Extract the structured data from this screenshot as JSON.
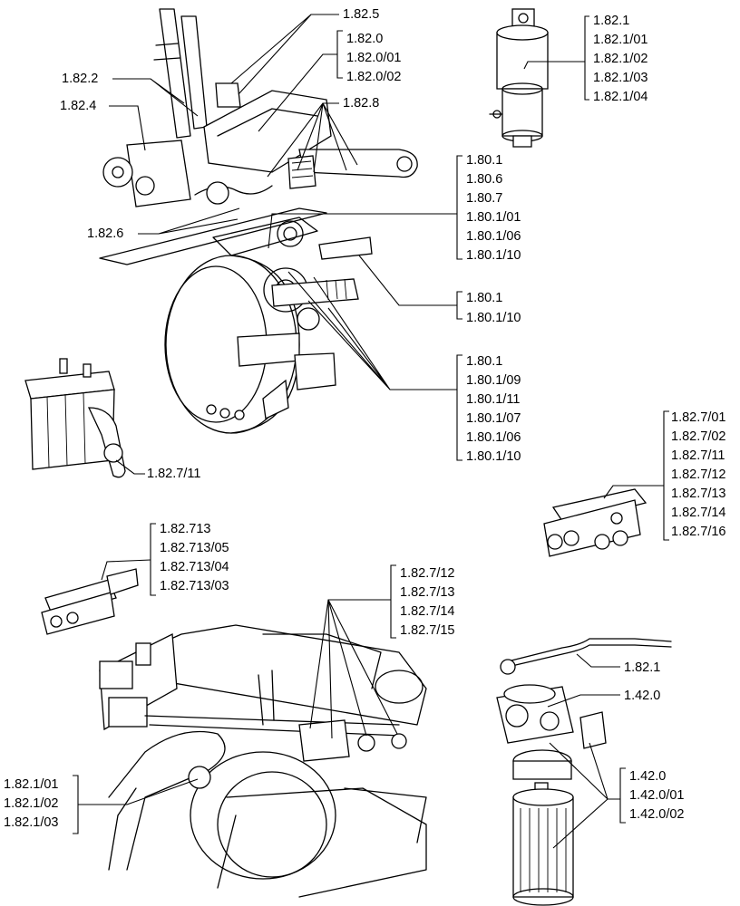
{
  "callouts": [
    {
      "id": "c-1-82-5",
      "lines": [
        "1.82.5"
      ]
    },
    {
      "id": "c-1-82-0",
      "lines": [
        "1.82.0",
        "1.82.0/01",
        "1.82.0/02"
      ]
    },
    {
      "id": "c-1-82-8",
      "lines": [
        "1.82.8"
      ]
    },
    {
      "id": "c-1-82-2",
      "lines": [
        "1.82.2"
      ]
    },
    {
      "id": "c-1-82-4",
      "lines": [
        "1.82.4"
      ]
    },
    {
      "id": "c-1-82-6",
      "lines": [
        "1.82.6"
      ]
    },
    {
      "id": "c-1-82-1-top",
      "lines": [
        "1.82.1",
        "1.82.1/01",
        "1.82.1/02",
        "1.82.1/03",
        "1.82.1/04"
      ]
    },
    {
      "id": "c-1-80-a",
      "lines": [
        "1.80.1",
        "1.80.6",
        "1.80.7",
        "1.80.1/01",
        "1.80.1/06",
        "1.80.1/10"
      ]
    },
    {
      "id": "c-1-80-b",
      "lines": [
        "1.80.1",
        "1.80.1/10"
      ]
    },
    {
      "id": "c-1-80-c",
      "lines": [
        "1.80.1",
        "1.80.1/09",
        "1.80.1/11",
        "1.80.1/07",
        "1.80.1/06",
        "1.80.1/10"
      ]
    },
    {
      "id": "c-1-82-7-11",
      "lines": [
        "1.82.7/11"
      ]
    },
    {
      "id": "c-1-82-7-right",
      "lines": [
        "1.82.7/01",
        "1.82.7/02",
        "1.82.7/11",
        "1.82.7/12",
        "1.82.7/13",
        "1.82.7/14",
        "1.82.7/16"
      ]
    },
    {
      "id": "c-1-82-713",
      "lines": [
        "1.82.713",
        "1.82.713/05",
        "1.82.713/04",
        "1.82.713/03"
      ]
    },
    {
      "id": "c-1-82-7-mid",
      "lines": [
        "1.82.7/12",
        "1.82.7/13",
        "1.82.7/14",
        "1.82.7/15"
      ]
    },
    {
      "id": "c-1-82-1-pipe",
      "lines": [
        "1.82.1"
      ]
    },
    {
      "id": "c-1-42-0",
      "lines": [
        "1.42.0"
      ]
    },
    {
      "id": "c-1-42-0-b",
      "lines": [
        "1.42.0",
        "1.42.0/01",
        "1.42.0/02"
      ]
    },
    {
      "id": "c-1-82-1-bottom",
      "lines": [
        "1.82.1/01",
        "1.82.1/02",
        "1.82.1/03"
      ]
    }
  ]
}
